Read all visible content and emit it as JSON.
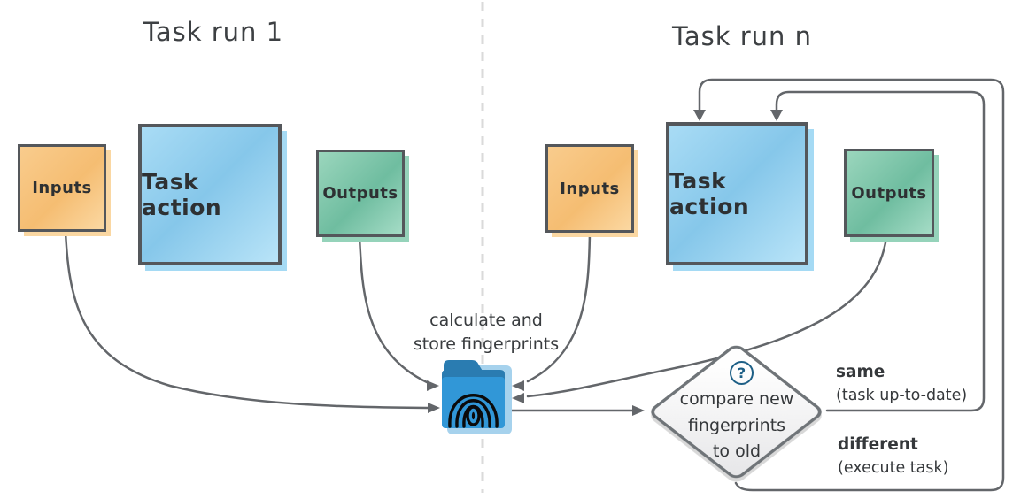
{
  "run1": {
    "title": "Task run 1",
    "inputs_label": "Inputs",
    "task_action_label": "Task action",
    "outputs_label": "Outputs"
  },
  "run_n": {
    "title": "Task run n",
    "inputs_label": "Inputs",
    "task_action_label": "Task action",
    "outputs_label": "Outputs"
  },
  "fingerprint_store": {
    "caption_line1": "calculate and",
    "caption_line2": "store fingerprints",
    "icon": "fingerprint-folder-icon"
  },
  "decision": {
    "badge": "?",
    "line1": "compare new",
    "line2": "fingerprints",
    "line3": "to old"
  },
  "outcomes": {
    "same": {
      "label": "same",
      "detail": "(task up-to-date)"
    },
    "different": {
      "label": "different",
      "detail": "(execute task)"
    }
  },
  "colors": {
    "inputs_box": "#f6c17a",
    "task_action_box": "#8fccee",
    "outputs_box": "#76c2a6",
    "folder_body": "#3197d7",
    "folder_tab": "#2a7cb1",
    "connector": "#63666a",
    "question_badge": "#1d5f86",
    "divider": "#d9d9d9"
  }
}
